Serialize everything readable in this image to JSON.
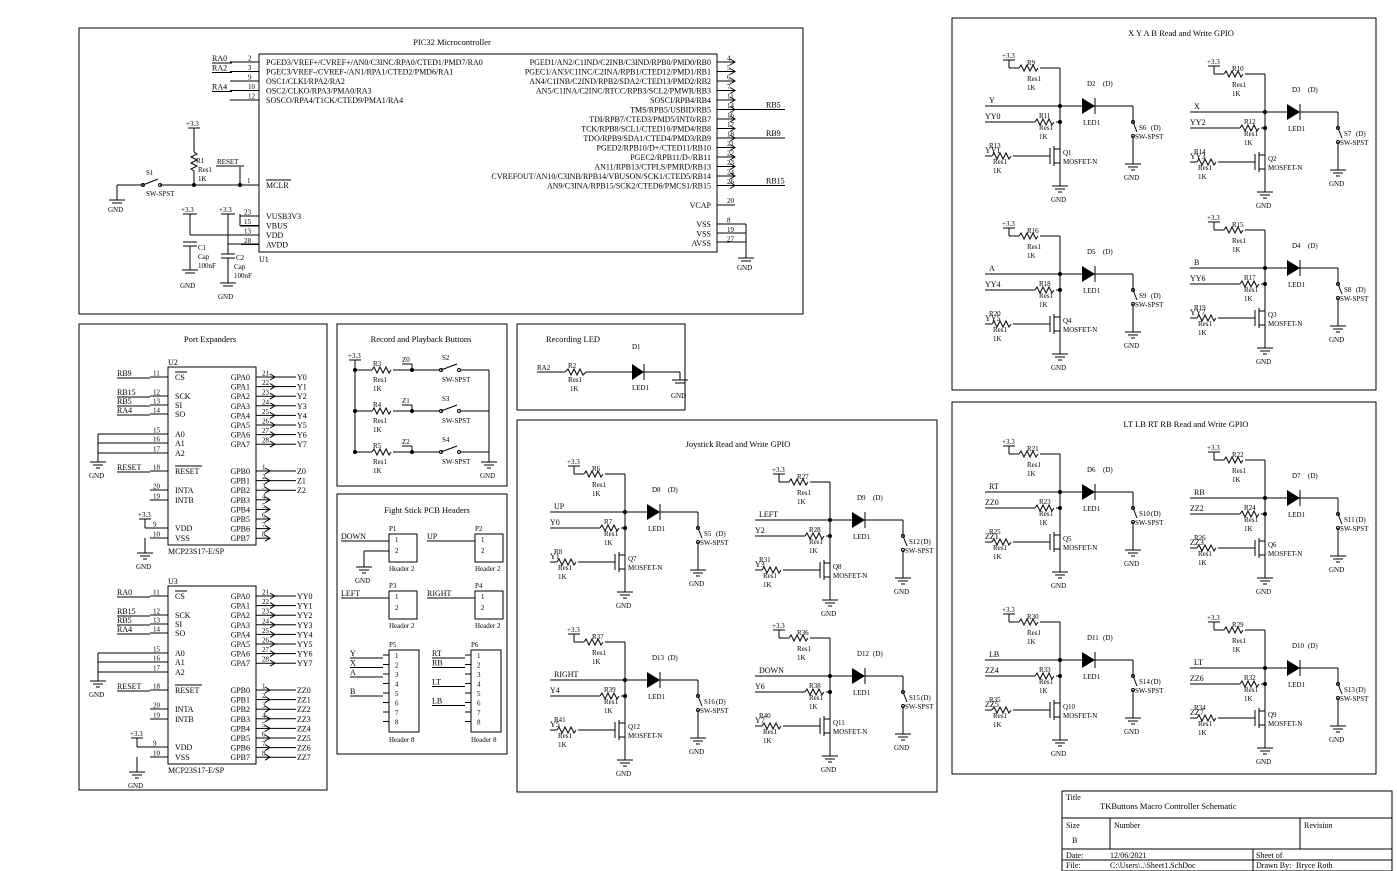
{
  "sections": {
    "mcu": "PIC32 Microcontroller",
    "xyab": "X Y A B Read and Write GPIO",
    "ports": "Port Expanders",
    "rec_buttons": "Record and Playback Buttons",
    "rec_led": "Recording LED",
    "joystick": "Joystick Read and Write GPIO",
    "ltlb": "LT LB RT RB Read and Write GPIO",
    "fightstick": "Fight Stick PCB Headers"
  },
  "mcu": {
    "ref": "U1",
    "left_pins": [
      {
        "net": "RA0",
        "num": "2",
        "name": "PGED3/VREF+/CVREF+/AN0/C3INC/RPA0/CTED1/PMD7/RA0"
      },
      {
        "net": "RA2",
        "num": "3",
        "name": "PGEC3/VREF-/CVREF-/AN1/RPA1/CTED2/PMD6/RA1"
      },
      {
        "net": "",
        "num": "9",
        "name": "OSC1/CLKI/RPA2/RA2"
      },
      {
        "net": "RA4",
        "num": "10",
        "name": "OSC2/CLKO/RPA3/PMA0/RA3"
      },
      {
        "net": "",
        "num": "12",
        "name": "SOSCO/RPA4/T1CK/CTED9/PMA1/RA4"
      }
    ],
    "right_pins": [
      {
        "num": "4",
        "name": "PGED1/AN2/C1IND/C2INB/C3IND/RPB0/PMD0/RB0",
        "net": ""
      },
      {
        "num": "5",
        "name": "PGEC1/AN3/C1INC/C2INA/RPB1/CTED12/PMD1/RB1",
        "net": ""
      },
      {
        "num": "6",
        "name": "AN4/C1INB/C2IND/RPB2/SDA2/CTED13/PMD2/RB2",
        "net": ""
      },
      {
        "num": "7",
        "name": "AN5/C1INA/C2INC/RTCC/RPB3/SCL2/PMWR/RB3",
        "net": ""
      },
      {
        "num": "11",
        "name": "SOSCI/RPB4/RB4",
        "net": ""
      },
      {
        "num": "14",
        "name": "TMS/RPB5/USBID/RB5",
        "net": "RB5"
      },
      {
        "num": "16",
        "name": "TDI/RPB7/CTED3/PMD5/INT0/RB7",
        "net": ""
      },
      {
        "num": "17",
        "name": "TCK/RPB8/SCL1/CTED10/PMD4/RB8",
        "net": ""
      },
      {
        "num": "18",
        "name": "TDO/RPB9/SDA1/CTED4/PMD3/RB9",
        "net": "RB9"
      },
      {
        "num": "21",
        "name": "PGED2/RPB10/D+/CTED11/RB10",
        "net": ""
      },
      {
        "num": "22",
        "name": "PGEC2/RPB11/D-/RB11",
        "net": ""
      },
      {
        "num": "23",
        "name": "AN11/RPB13/CTPLS/PMRD/RB13",
        "net": ""
      },
      {
        "num": "24",
        "name": "CVREFOUT/AN10/C3INB/RPB14/VBUSON/SCK1/CTED5/RB14",
        "net": ""
      },
      {
        "num": "26",
        "name": "AN9/C3INA/RPB15/SCK2/CTED6/PMCS1/RB15",
        "net": "RB15"
      }
    ],
    "mclr": {
      "num": "1",
      "name": "MCLR",
      "net": "RESET"
    },
    "power_left": [
      {
        "num": "23",
        "name": "VUSB3V3"
      },
      {
        "num": "15",
        "name": "VBUS"
      },
      {
        "num": "13",
        "name": "VDD"
      },
      {
        "num": "28",
        "name": "AVDD"
      }
    ],
    "vcap": {
      "num": "20",
      "name": "VCAP"
    },
    "power_right": [
      {
        "num": "8",
        "name": "VSS"
      },
      {
        "num": "19",
        "name": "VSS"
      },
      {
        "num": "27",
        "name": "AVSS"
      }
    ],
    "r1": {
      "ref": "R1",
      "val": "Res1",
      "v2": "1K"
    },
    "s1": {
      "ref": "S1",
      "val": "SW-SPST"
    },
    "c1": {
      "ref": "C1",
      "val": "Cap",
      "v2": "100nF"
    },
    "c2": {
      "ref": "C2",
      "val": "Cap",
      "v2": "100nF"
    },
    "v33": "+3.3",
    "gnd": "GND"
  },
  "expanders": [
    {
      "ref": "U2",
      "part": "MCP23S17-E/SP",
      "cs": "RB9",
      "sck": "RB15",
      "si": "RB5",
      "so": "RA4",
      "reset": "RESET",
      "gpa_nets": [
        "Y0",
        "Y1",
        "Y2",
        "Y3",
        "Y4",
        "Y5",
        "Y6",
        "Y7"
      ],
      "gpb_nets": [
        "Z0",
        "Z1",
        "Z2",
        "",
        "",
        "",
        "",
        ""
      ]
    },
    {
      "ref": "U3",
      "part": "MCP23S17-E/SP",
      "cs": "RA0",
      "sck": "RB15",
      "si": "RB5",
      "so": "RA4",
      "reset": "RESET",
      "gpa_nets": [
        "YY0",
        "YY1",
        "YY2",
        "YY3",
        "YY4",
        "YY5",
        "YY6",
        "YY7"
      ],
      "gpb_nets": [
        "ZZ0",
        "ZZ1",
        "ZZ2",
        "ZZ3",
        "ZZ4",
        "ZZ5",
        "ZZ6",
        "ZZ7"
      ]
    }
  ],
  "expander_pins": {
    "left": [
      {
        "num": "11",
        "name": "CS"
      },
      {
        "num": "12",
        "name": "SCK"
      },
      {
        "num": "13",
        "name": "SI"
      },
      {
        "num": "14",
        "name": "SO"
      },
      {
        "num": "15",
        "name": "A0"
      },
      {
        "num": "16",
        "name": "A1"
      },
      {
        "num": "17",
        "name": "A2"
      },
      {
        "num": "18",
        "name": "RESET"
      },
      {
        "num": "20",
        "name": "INTA"
      },
      {
        "num": "19",
        "name": "INTB"
      },
      {
        "num": "9",
        "name": "VDD"
      },
      {
        "num": "10",
        "name": "VSS"
      }
    ],
    "gpa": [
      {
        "num": "21",
        "name": "GPA0"
      },
      {
        "num": "22",
        "name": "GPA1"
      },
      {
        "num": "23",
        "name": "GPA2"
      },
      {
        "num": "24",
        "name": "GPA3"
      },
      {
        "num": "25",
        "name": "GPA4"
      },
      {
        "num": "26",
        "name": "GPA5"
      },
      {
        "num": "27",
        "name": "GPA6"
      },
      {
        "num": "28",
        "name": "GPA7"
      }
    ],
    "gpb": [
      {
        "num": "1",
        "name": "GPB0"
      },
      {
        "num": "2",
        "name": "GPB1"
      },
      {
        "num": "3",
        "name": "GPB2"
      },
      {
        "num": "4",
        "name": "GPB3"
      },
      {
        "num": "5",
        "name": "GPB4"
      },
      {
        "num": "6",
        "name": "GPB5"
      },
      {
        "num": "7",
        "name": "GPB6"
      },
      {
        "num": "8",
        "name": "GPB7"
      }
    ]
  },
  "rec_buttons": [
    {
      "r": "R3",
      "net": "Z0",
      "s": "S2"
    },
    {
      "r": "R4",
      "net": "Z1",
      "s": "S3"
    },
    {
      "r": "R5",
      "net": "Z2",
      "s": "S4"
    }
  ],
  "rec_led": {
    "net": "RA2",
    "r": "R2",
    "d": "D1",
    "led": "LED1"
  },
  "channels": [
    {
      "sec": "xyab",
      "ox": 0,
      "oy": 0,
      "pull": "R9",
      "ser": "R11",
      "gate_r": "R13",
      "d": "D2",
      "s": "S6",
      "q": "Q1",
      "net_main": "Y",
      "net_in": "YY0",
      "net_gate": "YY1"
    },
    {
      "sec": "xyab",
      "ox": 0,
      "oy": 0,
      "pull": "R10",
      "ser": "R12",
      "gate_r": "R14",
      "d": "D3",
      "s": "S7",
      "q": "Q2",
      "net_main": "X",
      "net_in": "YY2",
      "net_gate": "YY3"
    },
    {
      "sec": "xyab",
      "ox": 0,
      "oy": 0,
      "pull": "R16",
      "ser": "R18",
      "gate_r": "R20",
      "d": "D5",
      "s": "S9",
      "q": "Q4",
      "net_main": "A",
      "net_in": "YY4",
      "net_gate": "YY5"
    },
    {
      "sec": "xyab",
      "ox": 0,
      "oy": 0,
      "pull": "R15",
      "ser": "R17",
      "gate_r": "R19",
      "d": "D4",
      "s": "S8",
      "q": "Q3",
      "net_main": "B",
      "net_in": "YY6",
      "net_gate": "YY7"
    },
    {
      "sec": "joy",
      "pull": "R6",
      "ser": "R7",
      "gate_r": "R8",
      "d": "D8",
      "s": "S5",
      "q": "Q7",
      "net_main": "UP",
      "net_in": "Y0",
      "net_gate": "Y1"
    },
    {
      "sec": "joy",
      "pull": "R27",
      "ser": "R28",
      "gate_r": "R31",
      "d": "D9",
      "s": "S12",
      "q": "Q8",
      "net_main": "LEFT",
      "net_in": "Y2",
      "net_gate": "Y3"
    },
    {
      "sec": "joy",
      "pull": "R37",
      "ser": "R39",
      "gate_r": "R41",
      "d": "D13",
      "s": "S16",
      "q": "Q12",
      "net_main": "RIGHT",
      "net_in": "Y4",
      "net_gate": "Y5"
    },
    {
      "sec": "joy",
      "pull": "R36",
      "ser": "R38",
      "gate_r": "R40",
      "d": "D12",
      "s": "S15",
      "q": "Q11",
      "net_main": "DOWN",
      "net_in": "Y6",
      "net_gate": "Y7"
    },
    {
      "sec": "lt",
      "pull": "R21",
      "ser": "R23",
      "gate_r": "R25",
      "d": "D6",
      "s": "S10",
      "q": "Q5",
      "net_main": "RT",
      "net_in": "ZZ0",
      "net_gate": "ZZ1"
    },
    {
      "sec": "lt",
      "pull": "R22",
      "ser": "R24",
      "gate_r": "R26",
      "d": "D7",
      "s": "S11",
      "q": "Q6",
      "net_main": "RB",
      "net_in": "ZZ2",
      "net_gate": "ZZ3"
    },
    {
      "sec": "lt",
      "pull": "R30",
      "ser": "R33",
      "gate_r": "R35",
      "d": "D11",
      "s": "S14",
      "q": "Q10",
      "net_main": "LB",
      "net_in": "ZZ4",
      "net_gate": "ZZ5"
    },
    {
      "sec": "lt",
      "pull": "R29",
      "ser": "R32",
      "gate_r": "R34",
      "d": "D10",
      "s": "S13",
      "q": "Q9",
      "net_main": "LT",
      "net_in": "ZZ6",
      "net_gate": "ZZ7"
    }
  ],
  "common": {
    "res": "Res1",
    "k": "1K",
    "led": "LED1",
    "mos": "MOSFET-N",
    "sw": "SW-SPST",
    "v33": "+3.3",
    "gnd": "GND",
    "dsub": "(D)"
  },
  "headers2": [
    {
      "ref": "P1",
      "net": "DOWN",
      "part": "Header 2"
    },
    {
      "ref": "P2",
      "net": "UP",
      "part": "Header 2"
    },
    {
      "ref": "P3",
      "net": "LEFT",
      "part": "Header 2"
    },
    {
      "ref": "P4",
      "net": "RIGHT",
      "part": "Header 2"
    }
  ],
  "headers8": [
    {
      "ref": "P5",
      "nets": [
        "Y",
        "X",
        "A",
        "",
        "B",
        "",
        "",
        ""
      ],
      "part": "Header 8"
    },
    {
      "ref": "P6",
      "nets": [
        "RT",
        "RB",
        "",
        "LT",
        "",
        "LB",
        "",
        ""
      ],
      "part": "Header 8"
    }
  ],
  "title_block": {
    "title_label": "Title",
    "title": "TKButtons Macro Controller Schematic",
    "size_label": "Size",
    "size": "B",
    "number_label": "Number",
    "revision_label": "Revision",
    "date_label": "Date:",
    "date": "12/06/2021",
    "sheet_label": "Sheet  of",
    "file_label": "File:",
    "file": "C:\\Users\\..\\Sheet1.SchDoc",
    "drawn_label": "Drawn By:",
    "drawn": "Bryce Roth"
  }
}
